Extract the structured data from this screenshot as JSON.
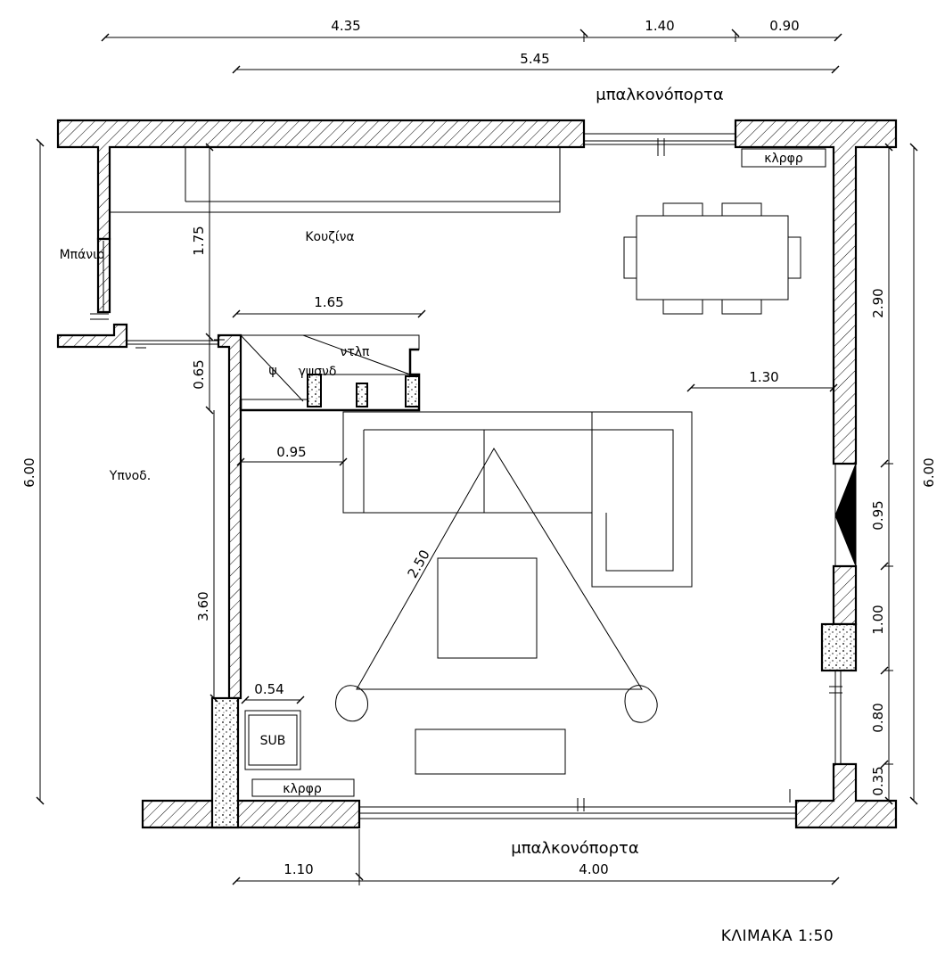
{
  "rooms": {
    "kitchen": "Κουζίνα",
    "bathroom": "Μπάνιο",
    "bedroom": "Υπνοδ."
  },
  "labels": {
    "balcony_door_top": "μπαλκονόπορτα",
    "balcony_door_bottom": "μπαλκονόπορτα",
    "klrfr_top": "κλρφρ",
    "klrfr_bottom": "κλρφρ",
    "sub": "SUB",
    "ntlp": "ντλπ",
    "gypsum": "γψσνδ",
    "psi": "ψ",
    "scale": "ΚΛΙΜΑΚΑ 1:50"
  },
  "dimensions": {
    "top_1": "4.35",
    "top_2": "1.40",
    "top_3": "0.90",
    "top_total": "5.45",
    "left_total": "6.00",
    "right_total": "6.00",
    "kitchen_depth": "1.75",
    "wall_seg": "0.65",
    "bedroom_wall": "3.60",
    "counter_width": "1.65",
    "table_gap": "1.30",
    "sofa_gap": "0.95",
    "triangle": "2.50",
    "sub_width": "0.54",
    "right_1": "2.90",
    "right_2": "0.95",
    "right_3": "1.00",
    "right_4": "0.80",
    "right_5": "0.35",
    "bottom_1": "1.10",
    "bottom_2": "4.00"
  },
  "colors": {
    "line": "#000000",
    "background": "#ffffff"
  }
}
